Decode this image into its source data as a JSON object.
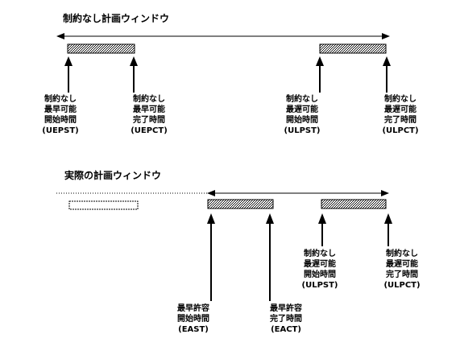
{
  "top": {
    "title": "制約なし計画ウィンドウ",
    "labels": {
      "uepst": [
        "制約なし",
        "最早可能",
        "開始時間",
        "(UEPST)"
      ],
      "uepct": [
        "制約なし",
        "最早可能",
        "完了時間",
        "(UEPCT)"
      ],
      "ulpst": [
        "制約なし",
        "最遅可能",
        "開始時間",
        "(ULPST)"
      ],
      "ulpct": [
        "制約なし",
        "最遅可能",
        "完了時間",
        "(ULPCT)"
      ]
    }
  },
  "bottom": {
    "title": "実際の計画ウィンドウ",
    "labels": {
      "east": [
        "最早許容",
        "開始時間",
        "(EAST)"
      ],
      "eact": [
        "最早許容",
        "完了時間",
        "(EACT)"
      ],
      "ulpst": [
        "制約なし",
        "最遅可能",
        "開始時間",
        "(ULPST)"
      ],
      "ulpct": [
        "制約なし",
        "最遅可能",
        "完了時間",
        "(ULPCT)"
      ]
    }
  }
}
